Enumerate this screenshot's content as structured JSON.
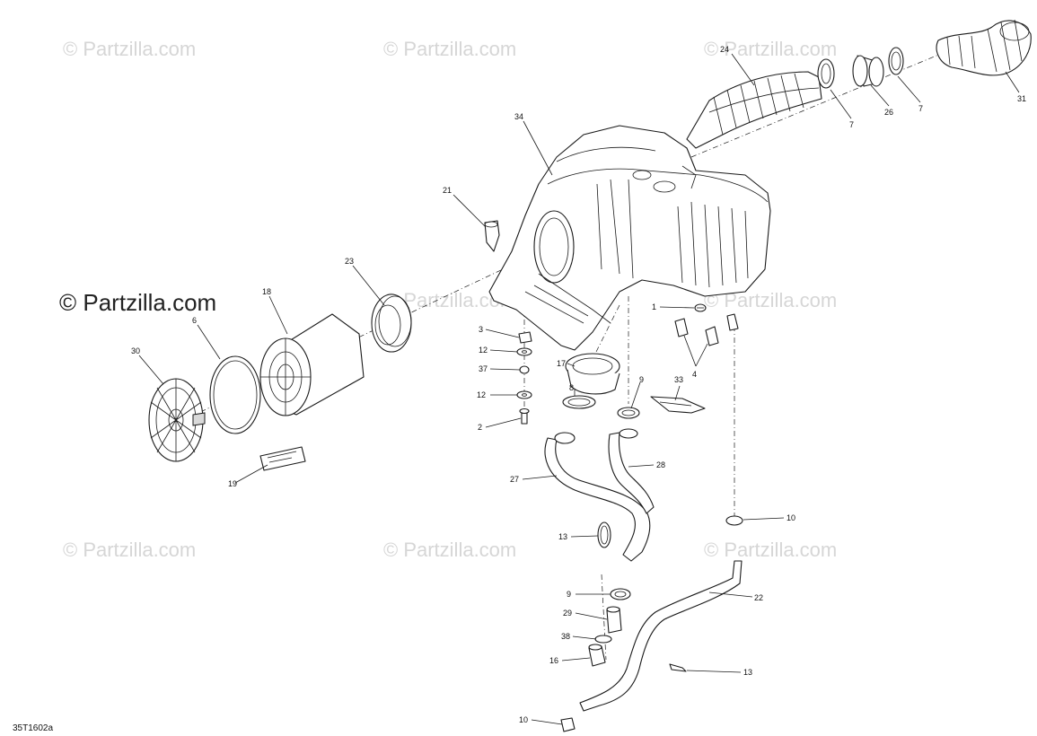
{
  "watermark": {
    "text": "© Partzilla.com",
    "main_text": "© Partzilla.com"
  },
  "drawing_number": "35T1602a",
  "callouts": {
    "c24": "24",
    "c7a": "7",
    "c26": "26",
    "c7b": "7",
    "c31": "31",
    "c34": "34",
    "c21": "21",
    "c23": "23",
    "c18": "18",
    "c6": "6",
    "c30": "30",
    "c19": "19",
    "c1": "1",
    "c4": "4",
    "c3": "3",
    "c12a": "12",
    "c37": "37",
    "c12b": "12",
    "c2": "2",
    "c17": "17",
    "c8": "8",
    "c9a": "9",
    "c33": "33",
    "c27": "27",
    "c28": "28",
    "c10a": "10",
    "c13a": "13",
    "c9b": "9",
    "c29": "29",
    "c22": "22",
    "c38": "38",
    "c16": "16",
    "c13b": "13",
    "c10b": "10"
  },
  "colors": {
    "line": "#1a1a1a",
    "watermark": "#d6d6d6",
    "background": "#ffffff"
  }
}
